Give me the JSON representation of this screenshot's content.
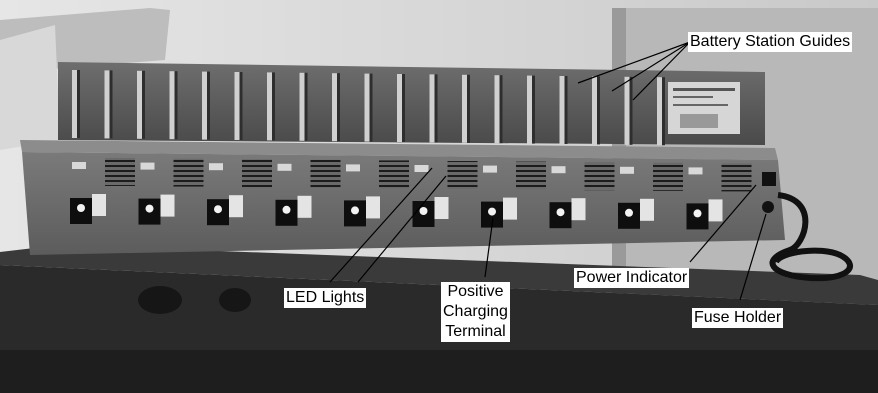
{
  "photo": {
    "subject": "battery charger with ten charging stations",
    "color_mode": "grayscale",
    "station_count": 10
  },
  "labels": {
    "battery_station_guides": "Battery Station Guides",
    "led_lights": "LED Lights",
    "positive_charging_terminal": [
      "Positive",
      "Charging",
      "Terminal"
    ],
    "power_indicator": "Power Indicator",
    "fuse_holder": "Fuse Holder"
  },
  "colors": {
    "label_text": "#000000",
    "label_background": "#ffffff",
    "leader_line": "#000000"
  }
}
